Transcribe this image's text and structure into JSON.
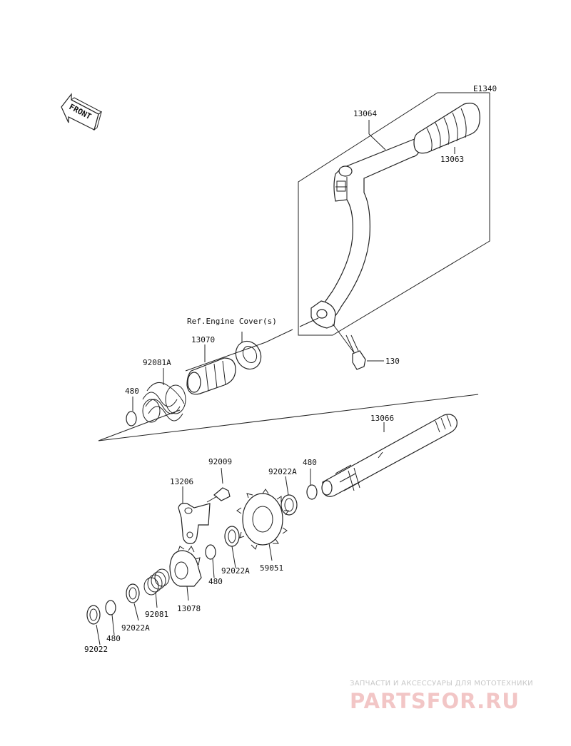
{
  "diagram": {
    "code": "E1340",
    "front_label": "FRONT",
    "ref_label": "Ref.Engine Cover(s)",
    "parts": [
      {
        "id": "p13064",
        "label": "13064"
      },
      {
        "id": "p13063",
        "label": "13063"
      },
      {
        "id": "p130",
        "label": "130"
      },
      {
        "id": "p13070",
        "label": "13070"
      },
      {
        "id": "p92081A",
        "label": "92081A"
      },
      {
        "id": "p480a",
        "label": "480"
      },
      {
        "id": "p13066",
        "label": "13066"
      },
      {
        "id": "p92009",
        "label": "92009"
      },
      {
        "id": "p480b",
        "label": "480"
      },
      {
        "id": "p92022Aa",
        "label": "92022A"
      },
      {
        "id": "p13206",
        "label": "13206"
      },
      {
        "id": "p92022Ab",
        "label": "92022A"
      },
      {
        "id": "p480c",
        "label": "480"
      },
      {
        "id": "p59051",
        "label": "59051"
      },
      {
        "id": "p13078",
        "label": "13078"
      },
      {
        "id": "p92081",
        "label": "92081"
      },
      {
        "id": "p92022Ac",
        "label": "92022A"
      },
      {
        "id": "p480d",
        "label": "480"
      },
      {
        "id": "p92022",
        "label": "92022"
      }
    ]
  },
  "watermark": {
    "tagline": "ЗАПЧАСТИ И АКСЕССУАРЫ ДЛЯ МОТОТЕХНИКИ",
    "logo": "PARTSFOR.RU"
  }
}
